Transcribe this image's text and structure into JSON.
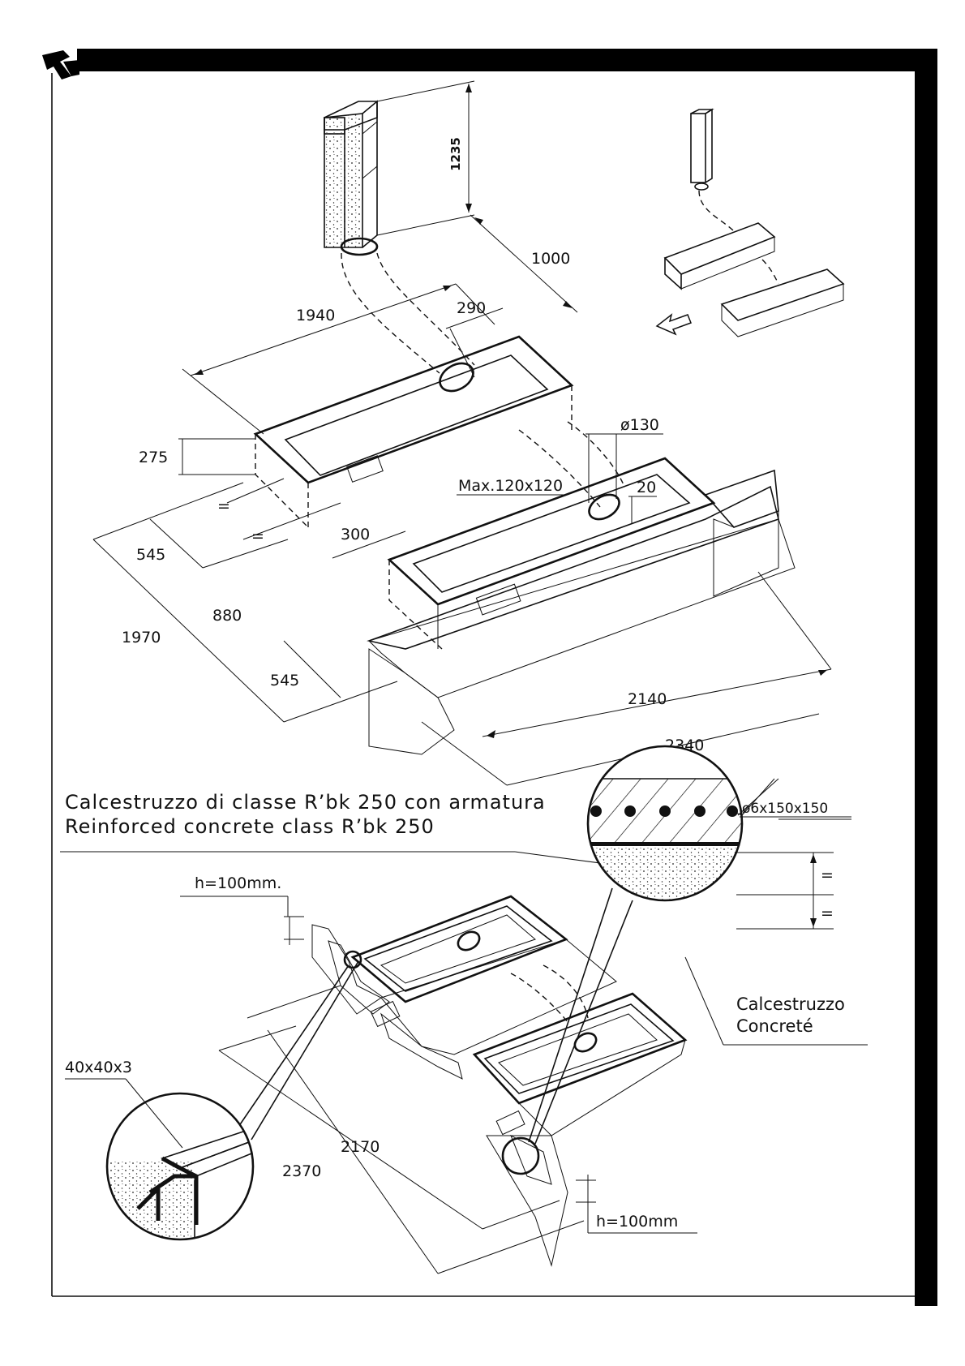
{
  "dimensions": {
    "h1235": "1235",
    "d1000": "1000",
    "d1940": "1940",
    "d290": "290",
    "d275": "275",
    "eq_a": "=",
    "eq_b": "=",
    "d300": "300",
    "d545_top": "545",
    "d880": "880",
    "d1970": "1970",
    "d545_bottom": "545",
    "dia130": "ø130",
    "max120": "Max.120x120",
    "d20": "20",
    "d2140": "2140",
    "d2340": "2340"
  },
  "captions": {
    "line_it": "Calcestruzzo di classe R’bk 250 con armatura",
    "line_en": "Reinforced concrete class R’bk 250"
  },
  "detail": {
    "mesh": "ø6x150x150",
    "eq_top": "=",
    "eq_bottom": "=",
    "concrete_it": "Calcestruzzo",
    "concrete_en": "Concreté",
    "h_left": "h=100mm.",
    "h_right": "h=100mm",
    "angle": "40x40x3",
    "d2170": "2170",
    "d2370": "2370"
  },
  "icons": {
    "logo": "brand-logo-icon",
    "arrow": "direction-arrow-icon"
  },
  "colors": {
    "ink": "#111111",
    "paper": "#ffffff"
  }
}
